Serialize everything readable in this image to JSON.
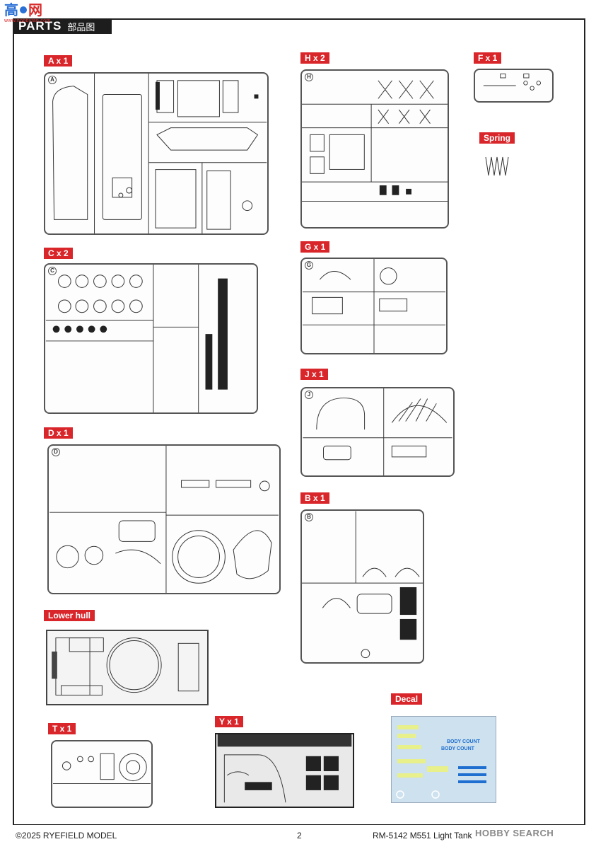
{
  "header": {
    "title_en": "PARTS",
    "title_zh": "部品图",
    "logo_chars": [
      "高",
      "网"
    ],
    "logo_sub": "www.hobbyfan.com"
  },
  "sections": {
    "A": "A x 1",
    "H": "H x 2",
    "F": "F x 1",
    "spring": "Spring",
    "C": "C x 2",
    "G": "G x 1",
    "J": "J x 1",
    "D": "D x 1",
    "B": "B x 1",
    "lower_hull": "Lower hull",
    "T": "T x 1",
    "Y": "Y x 1",
    "decal": "Decal"
  },
  "sprue_letters": {
    "A": "A",
    "H": "H",
    "C": "C",
    "G": "G",
    "J": "J",
    "D": "D",
    "B": "B"
  },
  "decal_texts": [
    "BODY COUNT",
    "BODY COUNT"
  ],
  "footer": {
    "copyright": "©2025 RYEFIELD MODEL",
    "page_number": "2",
    "product": "RM-5142 M551 Light Tank",
    "watermark": "HOBBY SEARCH"
  }
}
